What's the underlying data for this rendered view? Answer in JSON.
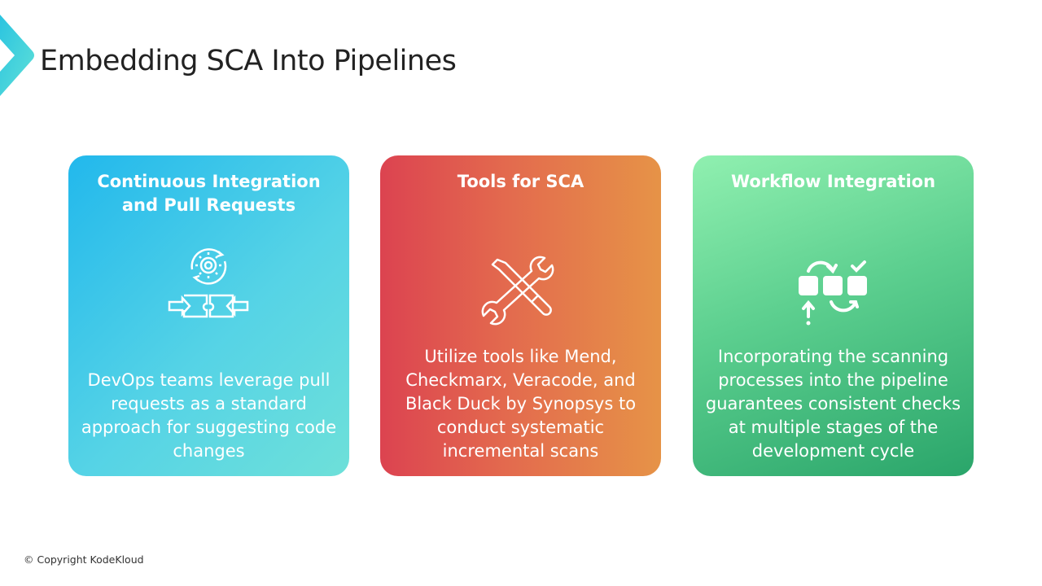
{
  "header": {
    "title": "Embedding SCA Into Pipelines"
  },
  "cards": [
    {
      "title": "Continuous Integration and Pull Requests",
      "body": "DevOps teams leverage pull requests as a standard approach for suggesting code changes",
      "icon": "gear-merge-icon",
      "color": "#3cc6ea"
    },
    {
      "title": "Tools for SCA",
      "body": "Utilize tools like Mend, Checkmarx, Veracode, and Black Duck by Synopsys to conduct systematic incremental scans",
      "icon": "tools-icon",
      "color": "#e36a4e"
    },
    {
      "title": "Workflow Integration",
      "body": "Incorporating the scanning processes into the pipeline guarantees consistent checks at multiple stages of the development cycle",
      "icon": "workflow-icon",
      "color": "#4cc184"
    }
  ],
  "footer": {
    "copyright": "© Copyright KodeKloud"
  }
}
